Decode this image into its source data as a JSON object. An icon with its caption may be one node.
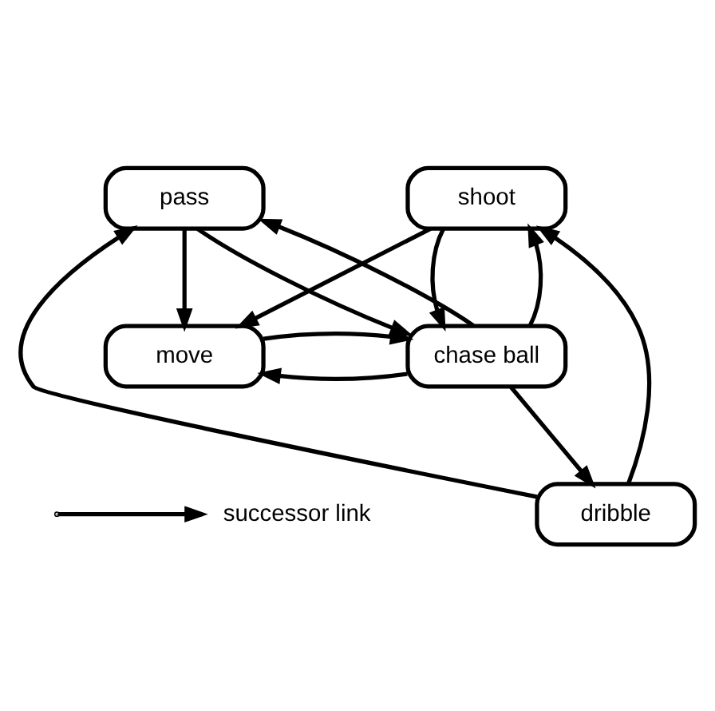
{
  "diagram": {
    "nodes": [
      {
        "text": [
          "shoot"
        ]
      },
      {
        "text": [
          "pass"
        ]
      },
      {
        "text": [
          "dribble"
        ]
      },
      {
        "text": [
          "move"
        ]
      },
      {
        "text": [
          "chase ball"
        ]
      }
    ],
    "edges": [
      {
        "from": 0,
        "to": 3,
        "arrow": "to"
      },
      {
        "from": 1,
        "to": 3,
        "arrow": "to"
      },
      {
        "from": 4,
        "to": 0,
        "arrow": "to"
      },
      {
        "from": 0,
        "to": 4,
        "arrow": "to"
      },
      {
        "from": 2,
        "to": 0,
        "arrow": "to"
      },
      {
        "from": 2,
        "to": 1,
        "arrow": "to"
      },
      {
        "from": 4,
        "to": 2,
        "arrow": "to"
      },
      {
        "from": 4,
        "to": 1,
        "arrow": "to"
      },
      {
        "from": 1,
        "to": 4,
        "arrow": "to"
      },
      {
        "from": 4,
        "to": 3,
        "arrow": "to"
      },
      {
        "from": 3,
        "to": 4,
        "arrow": "to"
      }
    ],
    "legend": [
      {
        "text": "successor link"
      }
    ]
  }
}
